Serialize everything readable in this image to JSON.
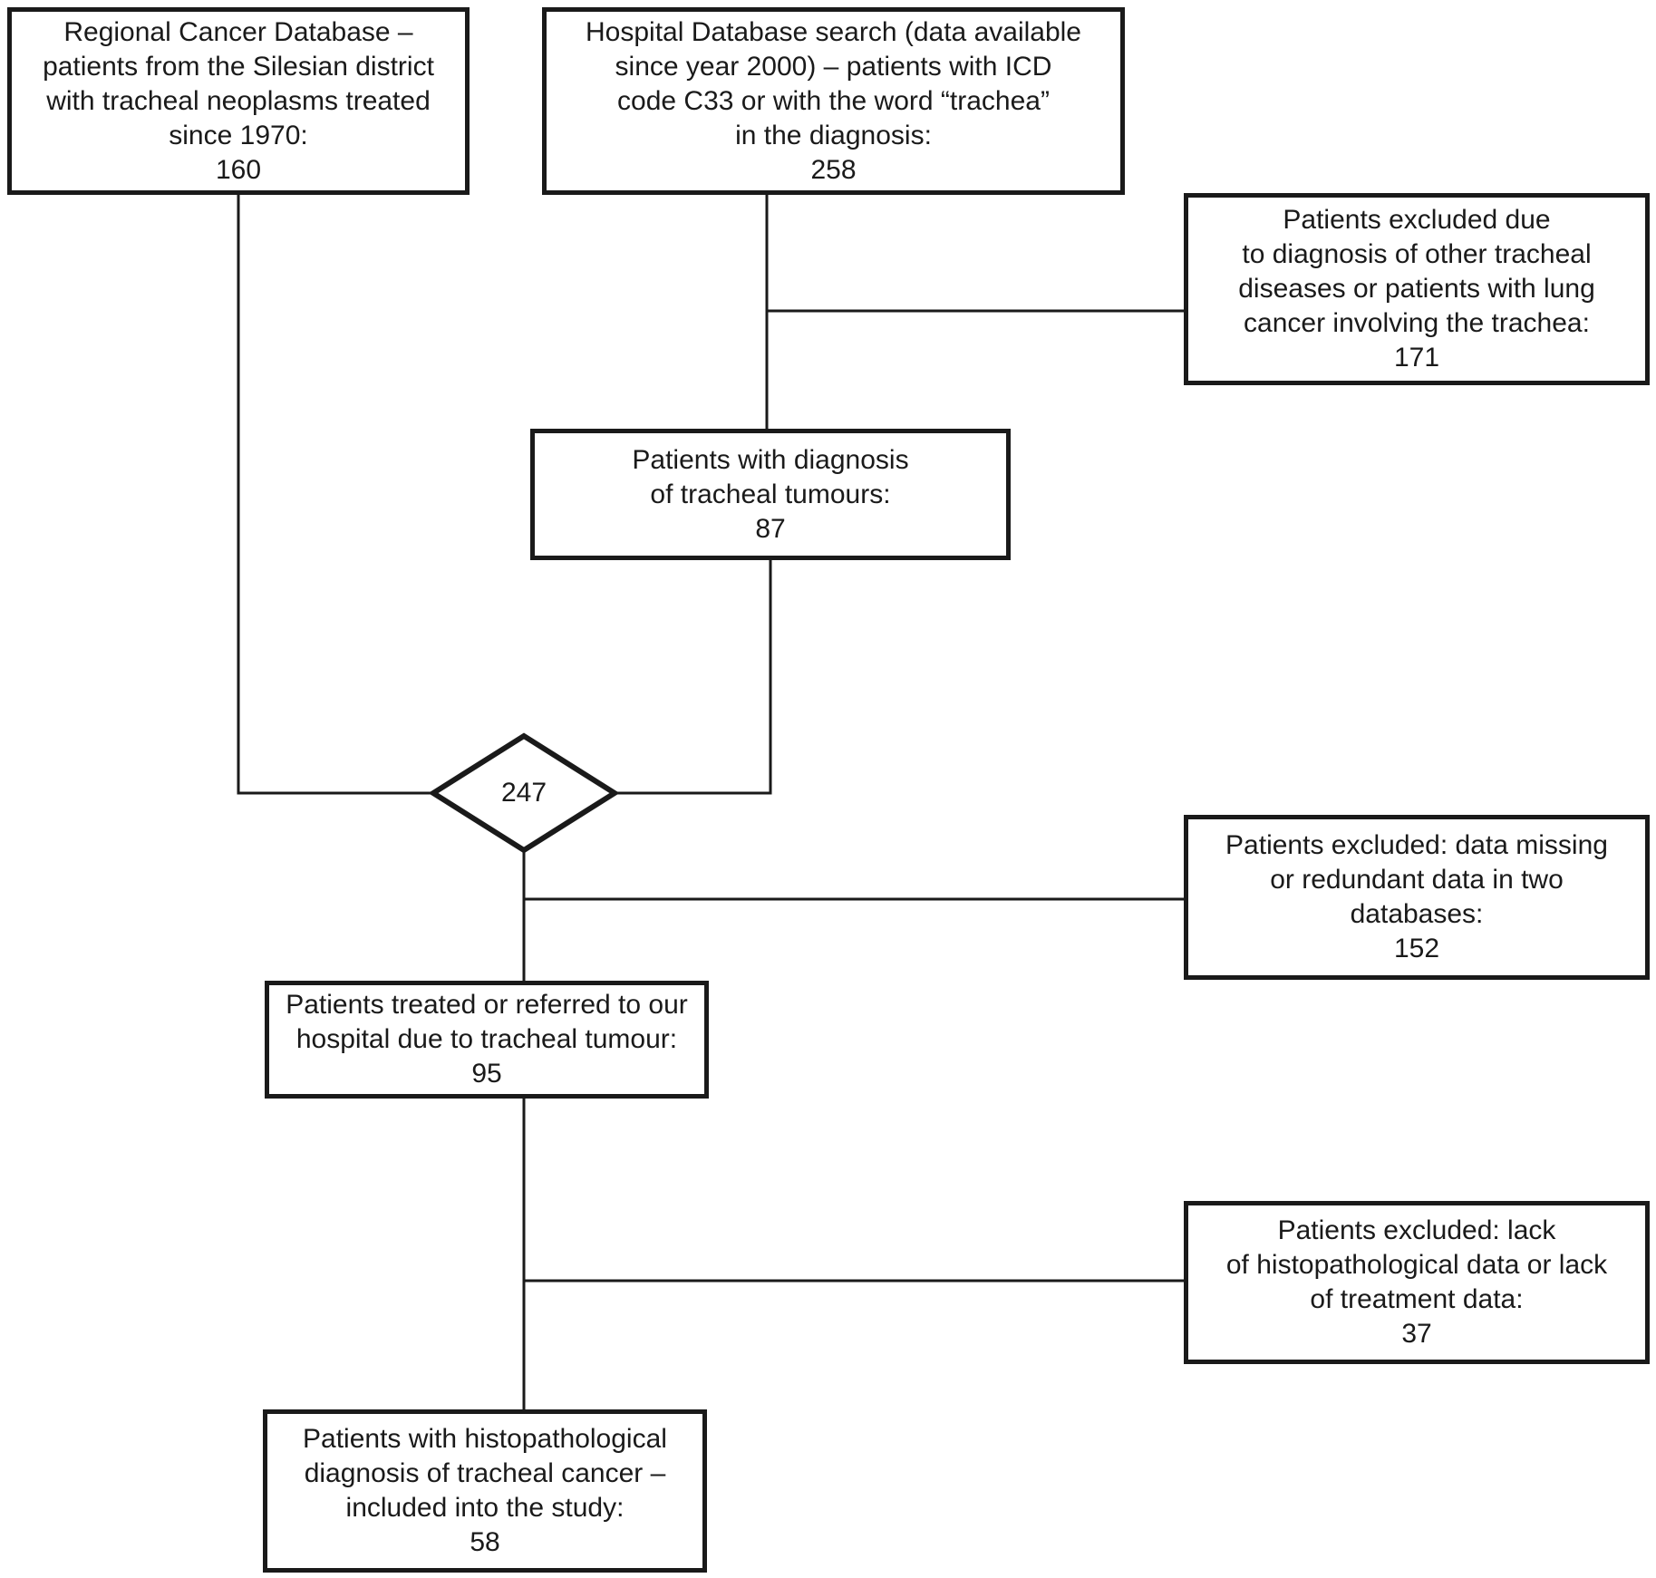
{
  "colors": {
    "border": "#1a1a1a",
    "text": "#1a1a1a",
    "line": "#1a1a1a",
    "background": "#ffffff"
  },
  "flowchart": {
    "nodes": {
      "regional_db": {
        "text": "Regional Cancer Database –\npatients from the Silesian district\nwith tracheal neoplasms treated\nsince 1970:",
        "count": "160"
      },
      "hospital_db": {
        "text": "Hospital Database search (data available\nsince year 2000) – patients with ICD\ncode C33 or with the word “trachea”\nin the diagnosis:",
        "count": "258"
      },
      "excluded_other_diseases": {
        "text": "Patients excluded due\nto diagnosis of other tracheal\ndiseases or patients with lung\ncancer involving the trachea:",
        "count": "171"
      },
      "tracheal_tumours": {
        "text": "Patients with diagnosis\nof tracheal tumours:",
        "count": "87"
      },
      "merged": {
        "count": "247"
      },
      "excluded_missing_data": {
        "text": "Patients excluded: data missing\nor redundant data in two\ndatabases:",
        "count": "152"
      },
      "treated_referred": {
        "text": "Patients treated or referred to our\nhospital due to tracheal tumour:",
        "count": "95"
      },
      "excluded_no_histopath": {
        "text": "Patients excluded: lack\nof histopathological data or lack\nof treatment data:",
        "count": "37"
      },
      "included_study": {
        "text": "Patients with histopathological\ndiagnosis of tracheal cancer –\nincluded into the study:",
        "count": "58"
      }
    },
    "edges": [
      {
        "from": "regional_db",
        "to": "merged"
      },
      {
        "from": "hospital_db",
        "to": "excluded_other_diseases"
      },
      {
        "from": "hospital_db",
        "to": "tracheal_tumours"
      },
      {
        "from": "tracheal_tumours",
        "to": "merged"
      },
      {
        "from": "merged",
        "to": "excluded_missing_data"
      },
      {
        "from": "merged",
        "to": "treated_referred"
      },
      {
        "from": "treated_referred",
        "to": "excluded_no_histopath"
      },
      {
        "from": "treated_referred",
        "to": "included_study"
      }
    ]
  }
}
